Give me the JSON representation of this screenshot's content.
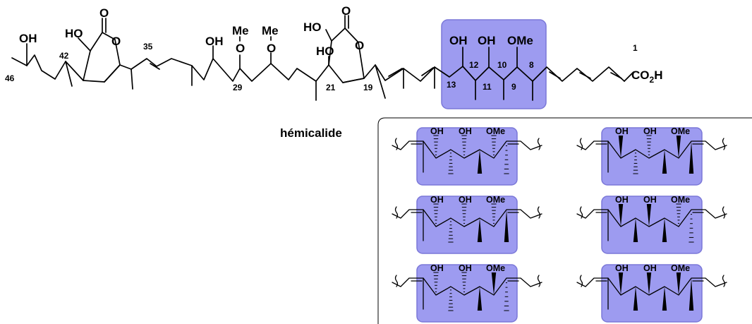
{
  "colors": {
    "highlight_fill": "#9d9bf0",
    "highlight_stroke": "#7b78d8",
    "ink": "#000000"
  },
  "compound": {
    "name": "hémicalide",
    "labels": {
      "oh_46": "OH",
      "ho_lactone_left": "HO",
      "carbonyl_left": "O",
      "ring_o_left": "O",
      "oh_mid": "OH",
      "me_29": "Me",
      "o_29": "O",
      "me_27": "Me",
      "o_27": "O",
      "ho_lactone_right": "HO",
      "carbonyl_right": "O",
      "ring_o_right": "O",
      "ho_21": "HO",
      "oh_13": "OH",
      "oh_11": "OH",
      "ome_9": "OMe",
      "co2h": "CO",
      "co2h_sub": "2",
      "co2h_h": "H"
    },
    "numbers": {
      "c46": "46",
      "c42": "42",
      "c35": "35",
      "c29": "29",
      "c21": "21",
      "c19": "19",
      "c13": "13",
      "c12": "12",
      "c11": "11",
      "c10": "10",
      "c9": "9",
      "c8": "8",
      "c1": "1"
    }
  },
  "candidates": {
    "labels": {
      "oh1": "OH",
      "oh2": "OH",
      "ome": "OMe"
    },
    "items": [
      {
        "id": "candidate-1",
        "c13": "hash",
        "c12": "hash",
        "c11": "hash",
        "c10": "wedge",
        "c9": "hash",
        "c8": "hash"
      },
      {
        "id": "candidate-2",
        "c13": "wedge",
        "c12": "hash",
        "c11": "hash",
        "c10": "wedge",
        "c9": "wedge",
        "c8": "wedge"
      },
      {
        "id": "candidate-3",
        "c13": "hash",
        "c12": "hash",
        "c11": "hash",
        "c10": "wedge",
        "c9": "hash",
        "c8": "wedge"
      },
      {
        "id": "candidate-4",
        "c13": "wedge",
        "c12": "wedge",
        "c11": "wedge",
        "c10": "wedge",
        "c9": "hash",
        "c8": "hash"
      },
      {
        "id": "candidate-5",
        "c13": "hash",
        "c12": "hash",
        "c11": "hash",
        "c10": "wedge",
        "c9": "wedge",
        "c8": "hash"
      },
      {
        "id": "candidate-6",
        "c13": "wedge",
        "c12": "wedge",
        "c11": "wedge",
        "c10": "wedge",
        "c9": "wedge",
        "c8": "wedge"
      }
    ]
  }
}
